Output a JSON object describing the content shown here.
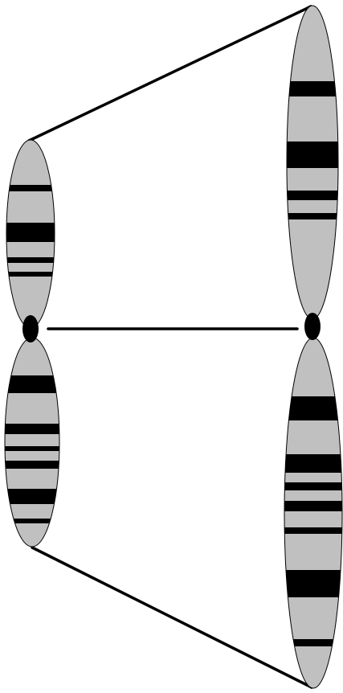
{
  "diagram": {
    "colors": {
      "background": "#ffffff",
      "chromatid_fill": "#c0c0c0",
      "outline": "#000000",
      "band": "#000000",
      "centromere": "#000000",
      "connector": "#000000"
    },
    "chromosomes": [
      {
        "id": "small",
        "arms": [
          {
            "id": "short-arm",
            "bands": 4
          },
          {
            "id": "long-arm",
            "bands": 6
          }
        ]
      },
      {
        "id": "large",
        "arms": [
          {
            "id": "short-arm",
            "bands": 4
          },
          {
            "id": "long-arm",
            "bands": 7
          }
        ]
      }
    ],
    "connectors": [
      "top-connector",
      "centromere-connector",
      "bottom-connector"
    ]
  }
}
